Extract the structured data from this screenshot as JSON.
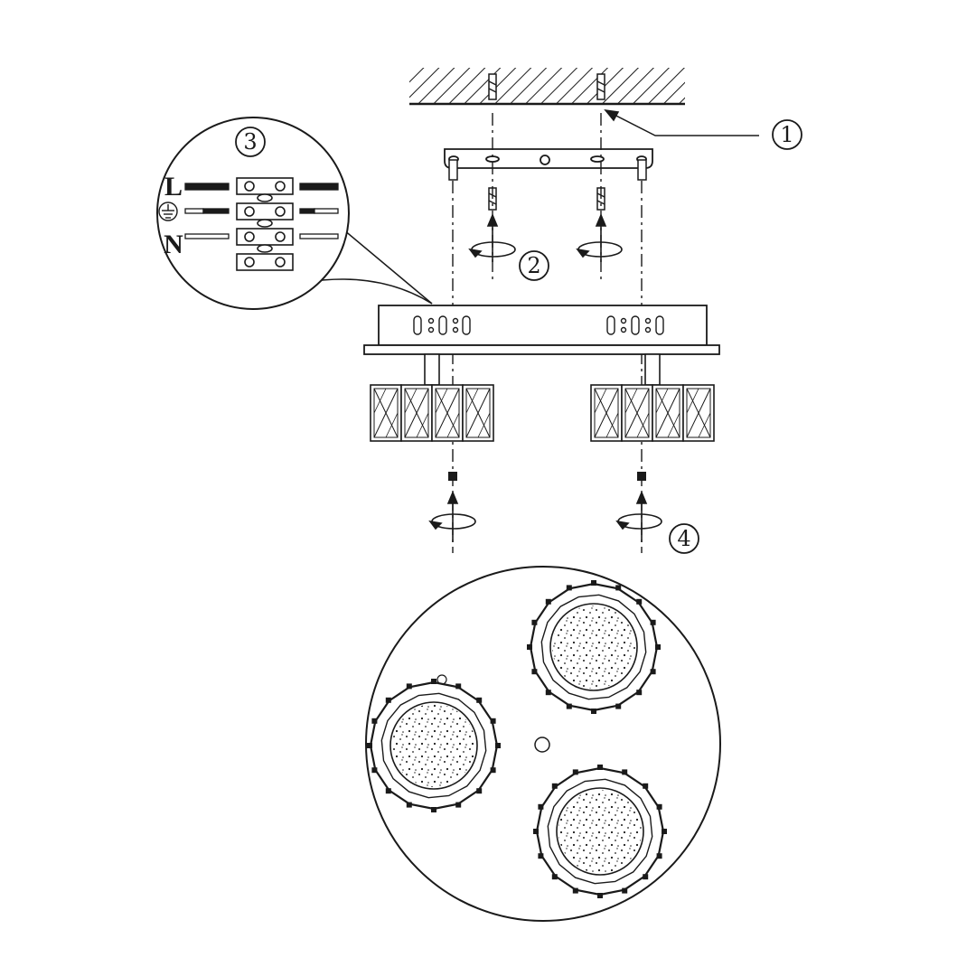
{
  "steps": {
    "step1": "1",
    "step2": "2",
    "step3": "3",
    "step4": "4"
  },
  "wiring": {
    "live": "L",
    "neutral": "N",
    "earth_symbol": "earth-ground-icon"
  },
  "colors": {
    "line": "#1a1a1a",
    "hatch": "#1a1a1a",
    "background": "#ffffff"
  }
}
